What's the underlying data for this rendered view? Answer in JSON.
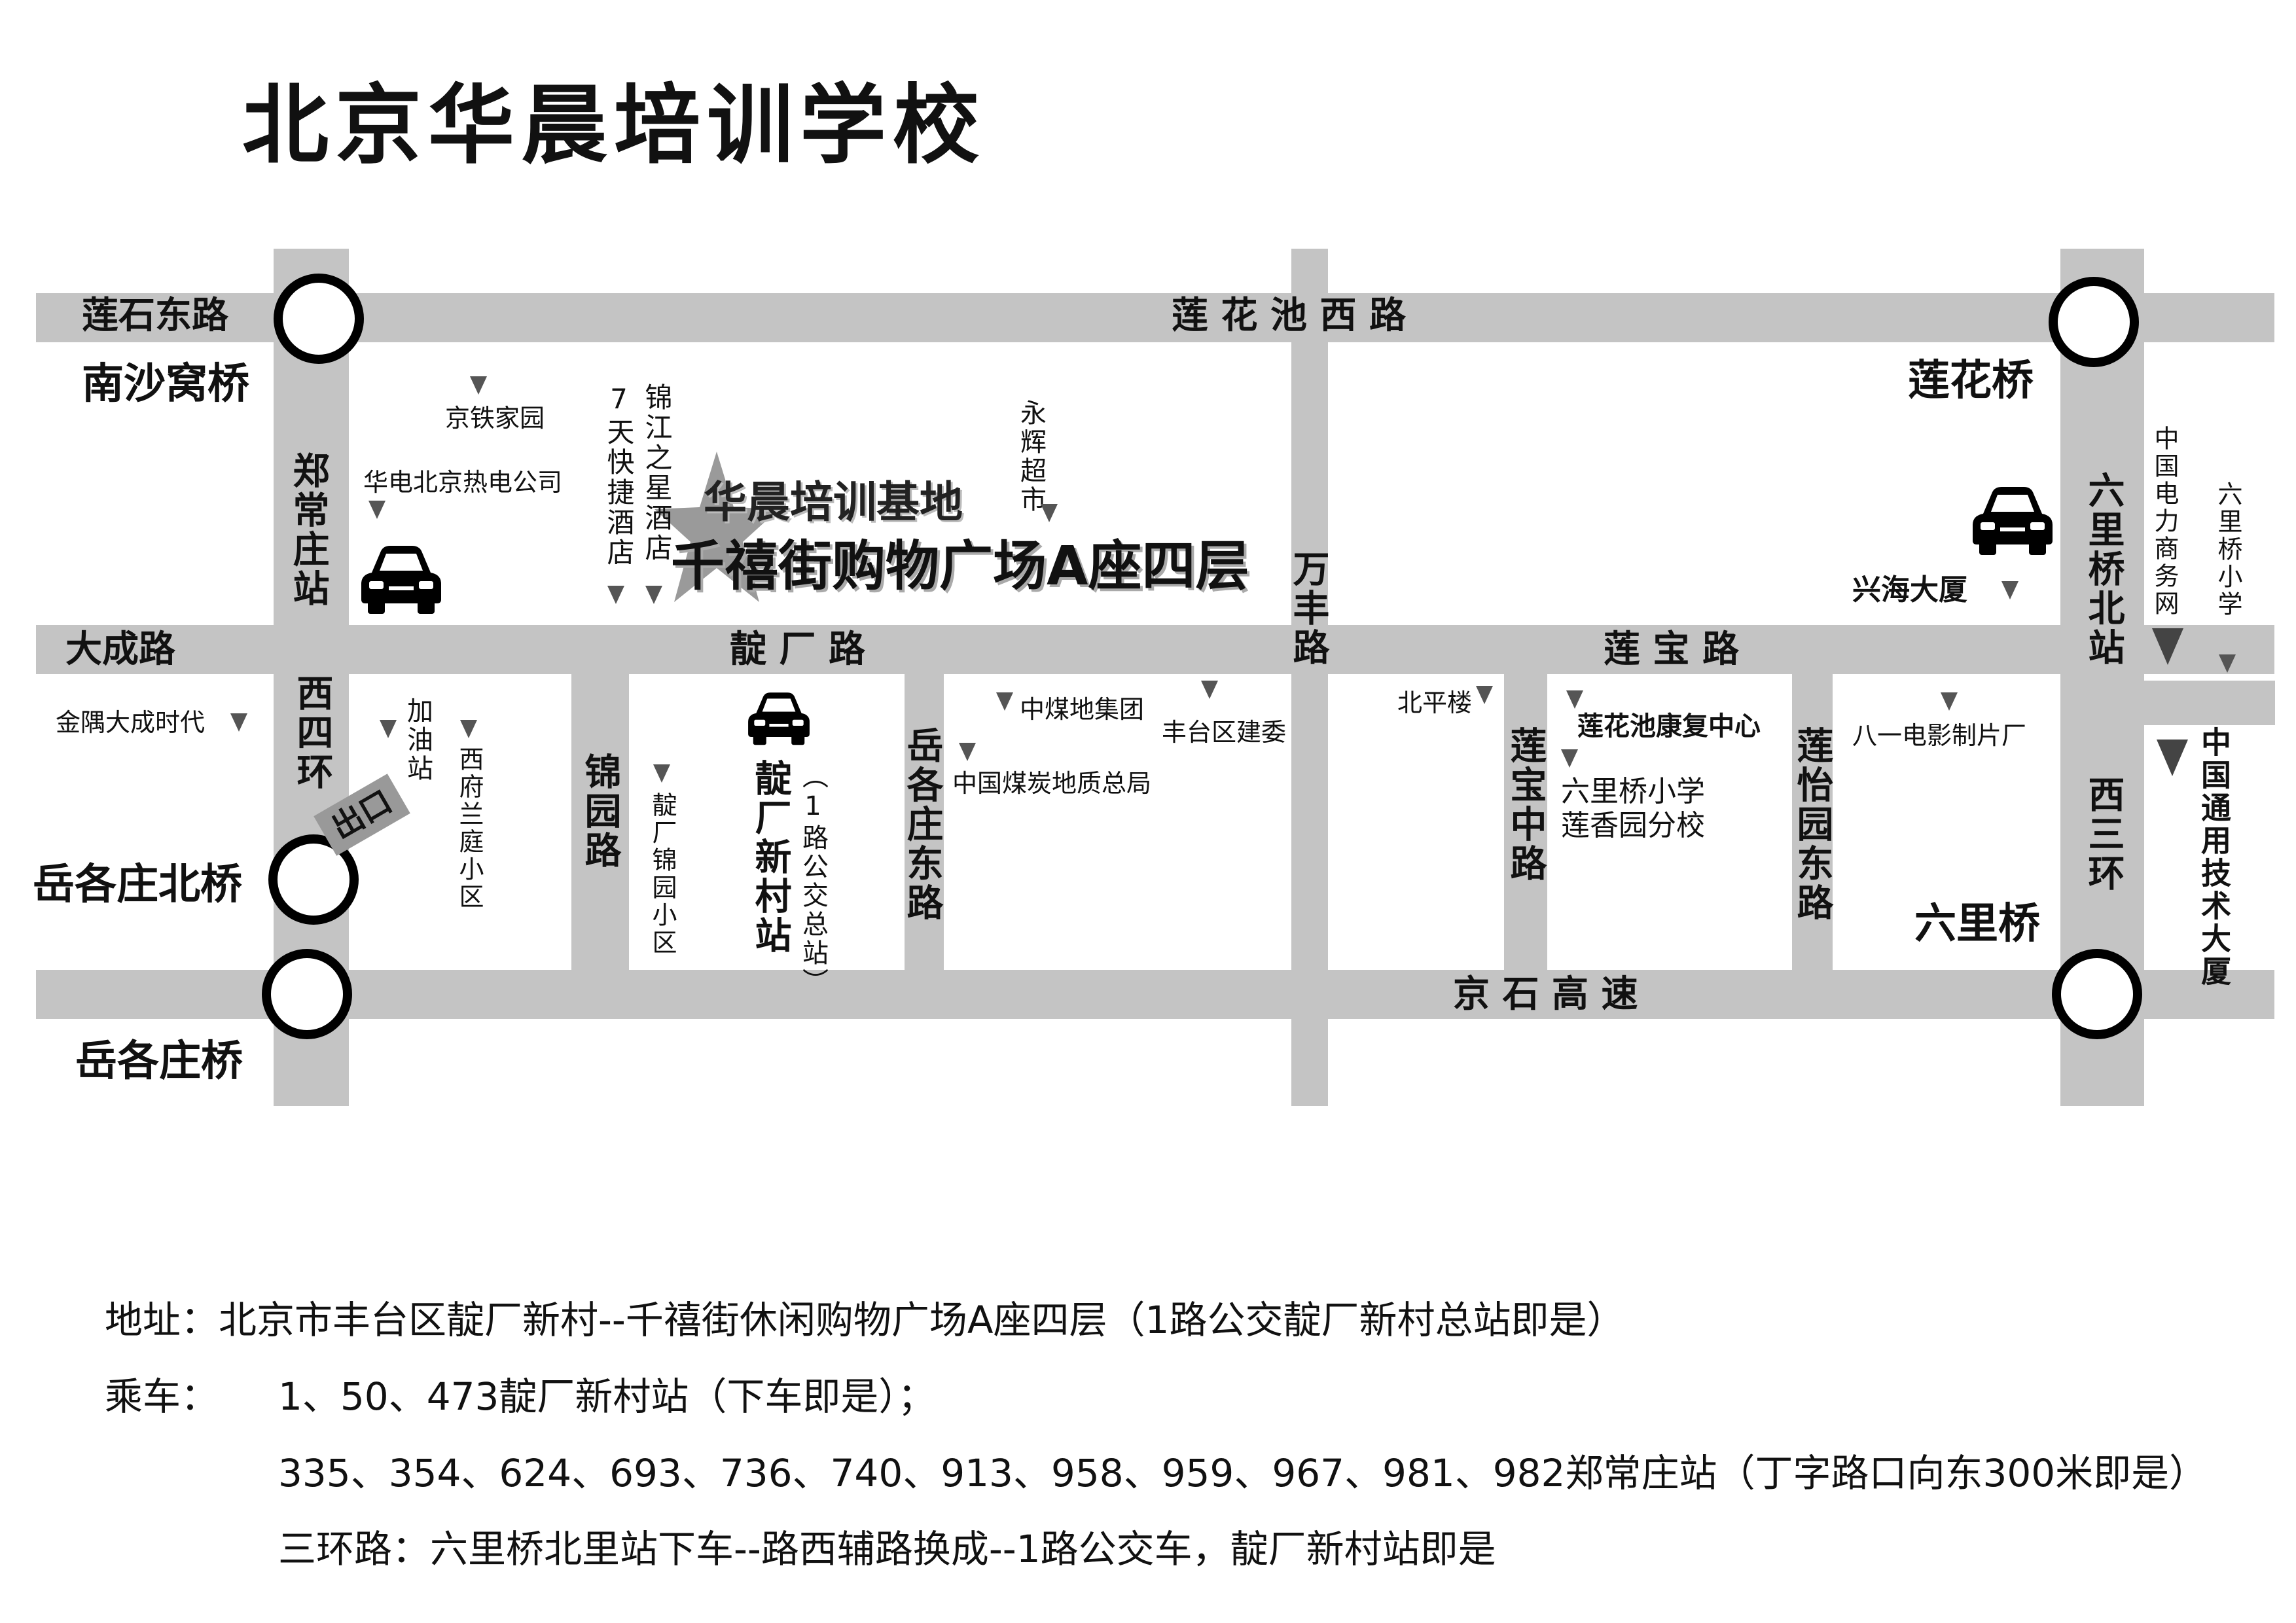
{
  "title": "北京华晨培训学校",
  "roads": {
    "lianshi_east": "莲石东路",
    "lianhuachi_west": "莲 花 池 西 路",
    "dacheng": "大成路",
    "dingchang": "靛 厂 路",
    "lianbao": "莲 宝 路",
    "jingshi": "京 石 高 速",
    "west_4th_ring": "西四环",
    "jinyuan": "锦园路",
    "yuegezhuang_east": "岳各庄东路",
    "wanfeng": "万丰路",
    "lianbao_middle": "莲宝中路",
    "lianyiyuan_east": "莲怡园东路",
    "west_3rd_ring": "西三环",
    "zhengchangzhuang_station": "郑常庄站",
    "liuliqiao_north_station": "六里桥北站"
  },
  "bridges": {
    "nanshawo": "南沙窝桥",
    "lianhua": "莲花桥",
    "yuegezhuang_north": "岳各庄北桥",
    "yuegezhuang": "岳各庄桥",
    "liuli": "六里桥"
  },
  "places": {
    "jingtie": "京铁家园",
    "huadian": "华电北京热电公司",
    "seven_days": "7天快捷酒店",
    "jinjiang": "锦江之星酒店",
    "yonghui": "永辉超市",
    "hq_line1": "华晨培训基地",
    "hq_line2": "千禧街购物广场A座四层",
    "xinghai": "兴海大厦",
    "cec": "中国电力商务网",
    "liuli_primary_right": "六里桥小学",
    "jinyu": "金隅大成时代",
    "gas": "加油站",
    "exit": "出口",
    "xifu": "西府兰庭小区",
    "dingchang_jinyuan": "靛厂锦园小区",
    "dingchang_station": "靛厂新村站",
    "bus_terminal": "（1路公交总站）",
    "zhongmei": "中煤地集团",
    "coal_geo": "中国煤炭地质总局",
    "fengtai_construction": "丰台区建委",
    "beiping": "北平楼",
    "lianhuachi_rehab": "莲花池康复中心",
    "liuli_primary": "六里桥小学",
    "lianxiang_branch": "莲香园分校",
    "bayi_film": "八一电影制片厂",
    "general_tech": "中国通用技术大厦"
  },
  "info": {
    "address": "地址：北京市丰台区靛厂新村--千禧街休闲购物广场A座四层（1路公交靛厂新村总站即是）",
    "bus_label": "乘车：",
    "bus_line1": "1、50、473靛厂新村站（下车即是）；",
    "bus_line2": "335、354、624、693、736、740、913、958、959、967、981、982郑常庄站（丁字路口向东300米即是）",
    "bus_line3": "三环路：六里桥北里站下车--路西辅路换成--1路公交车，靛厂新村站即是"
  },
  "colors": {
    "road": "#c4c4c4",
    "marker": "#555555"
  }
}
